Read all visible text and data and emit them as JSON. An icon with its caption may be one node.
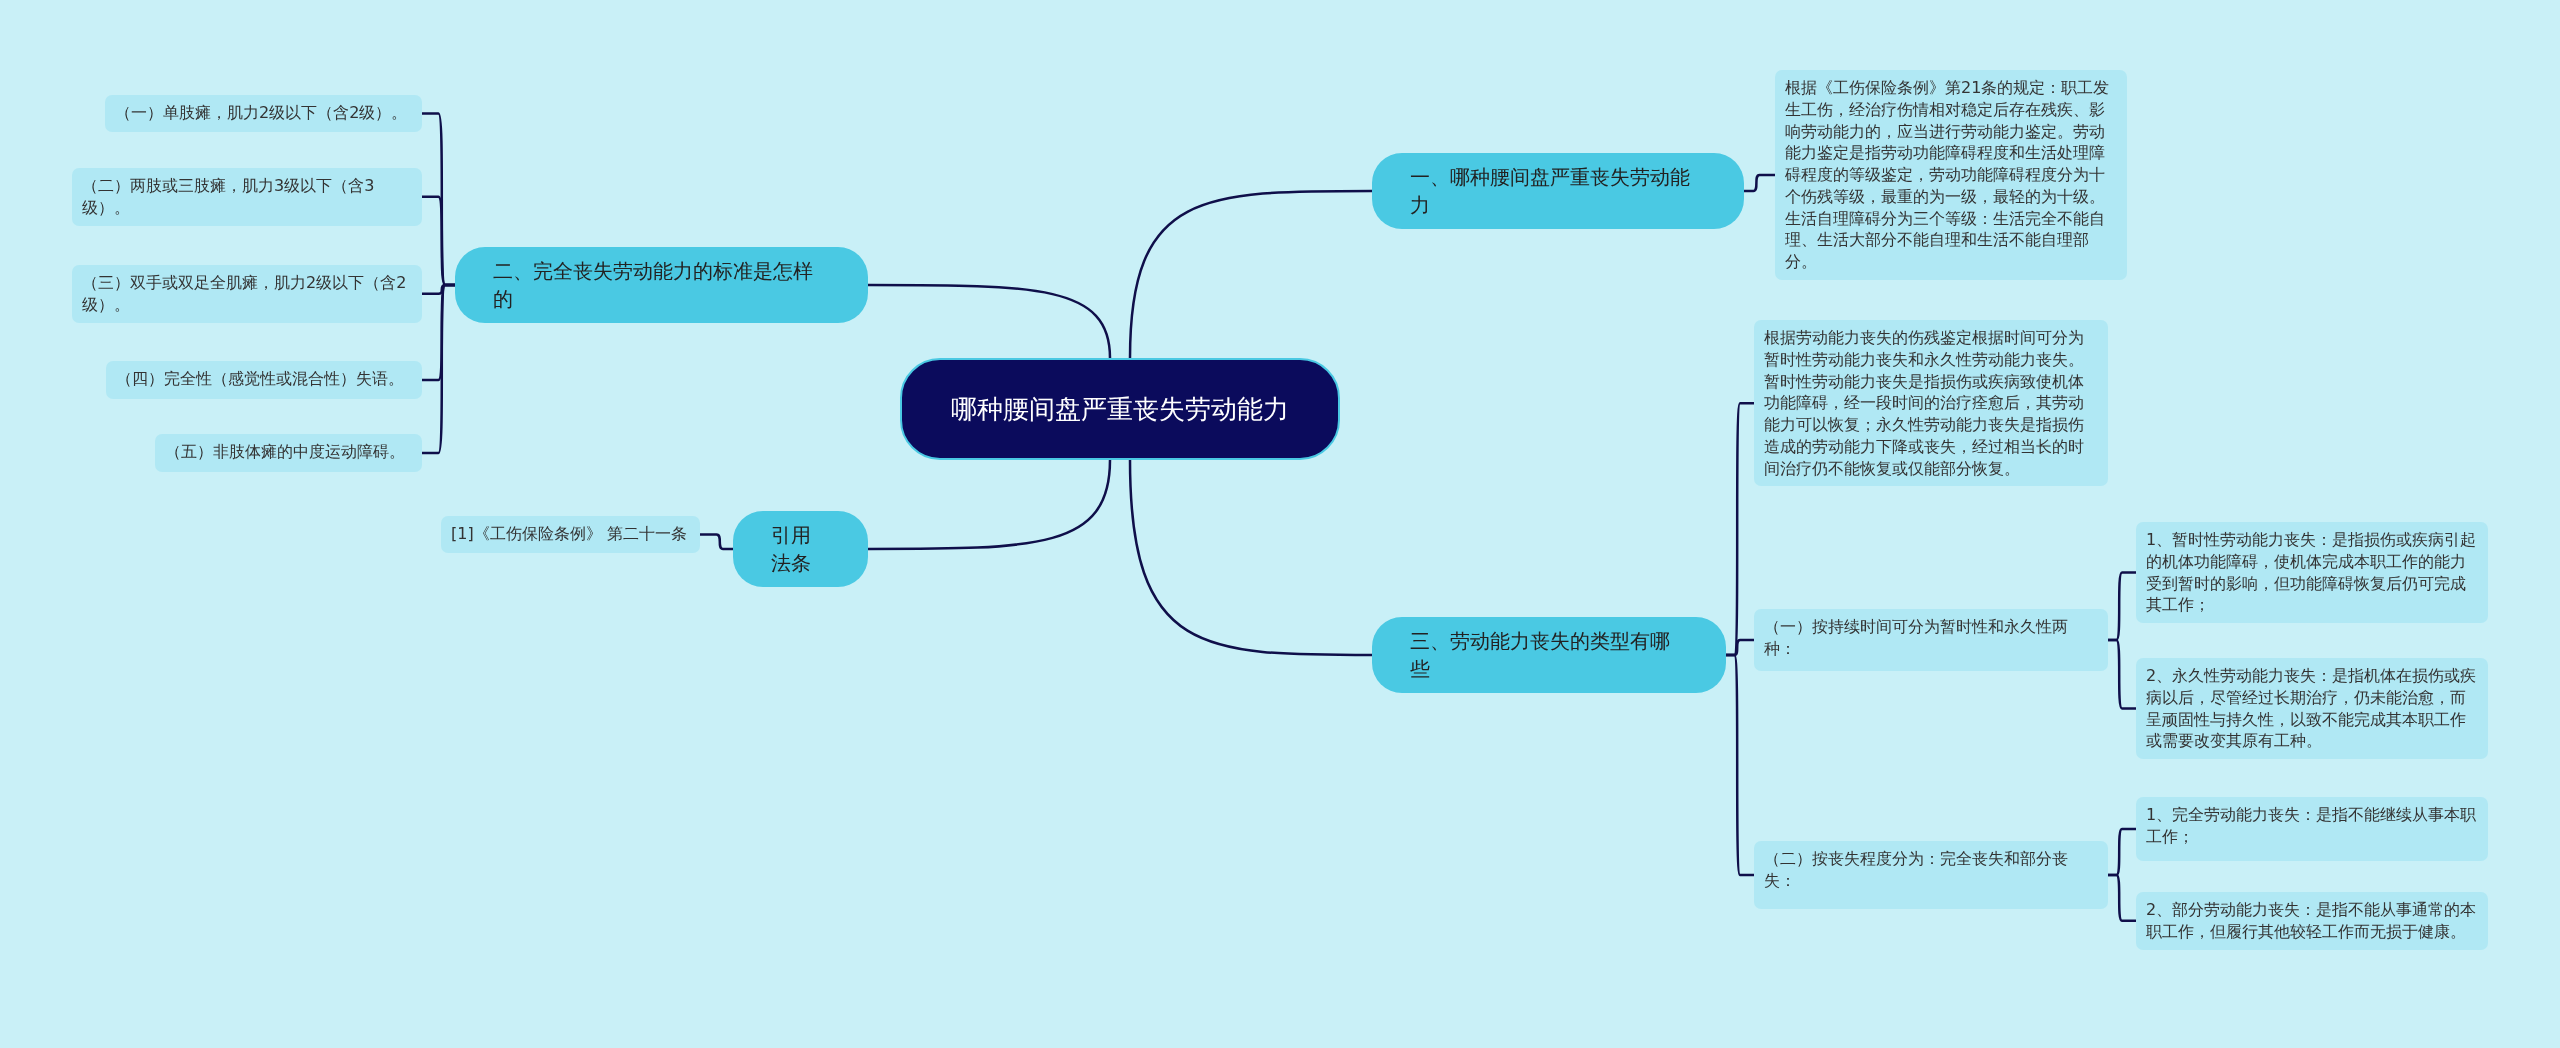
{
  "diagram": {
    "nodes": [
      {
        "text": [
          "哪种腰间盘严重丧失劳动能力"
        ]
      },
      {
        "text": [
          "一、哪种腰间盘严重丧失劳动能力"
        ]
      },
      {
        "text": [
          "根据《工伤保险条例》第21条的规定：职工发生工伤，经治疗伤情相对稳定后存在残疾、影响劳动能力的，应当进行劳动能力鉴定。劳动能力鉴定是指劳动功能障碍程度和生活处理障碍程度的等级鉴定，劳动功能障碍程度分为十个伤残等级，最重的为一级，最轻的为十级。生活自理障碍分为三个等级：生活完全不能自理、生活大部分不能自理和生活不能自理部分。"
        ]
      },
      {
        "text": [
          "二、完全丧失劳动能力的标准是怎样的"
        ]
      },
      {
        "text": [
          "（一）单肢瘫，肌力2级以下（含2级）。"
        ]
      },
      {
        "text": [
          "（二）两肢或三肢瘫，肌力3级以下（含3级）。"
        ]
      },
      {
        "text": [
          "（三）双手或双足全肌瘫，肌力2级以下（含2级）。"
        ]
      },
      {
        "text": [
          "（四）完全性（感觉性或混合性）失语。"
        ]
      },
      {
        "text": [
          "（五）非肢体瘫的中度运动障碍。"
        ]
      },
      {
        "text": [
          "引用法条"
        ]
      },
      {
        "text": [
          "[1]《工伤保险条例》 第二十一条"
        ]
      },
      {
        "text": [
          "三、劳动能力丧失的类型有哪些"
        ]
      },
      {
        "text": [
          "根据劳动能力丧失的伤残鉴定根据时间可分为暂时性劳动能力丧失和永久性劳动能力丧失。暂时性劳动能力丧失是指损伤或疾病致使机体功能障碍，经一段时间的治疗痊愈后，其劳动能力可以恢复；永久性劳动能力丧失是指损伤造成的劳动能力下降或丧失，经过相当长的时间治疗仍不能恢复或仅能部分恢复。"
        ]
      },
      {
        "text": [
          "（一）按持续时间可分为暂时性和永久性两种："
        ]
      },
      {
        "text": [
          "1、暂时性劳动能力丧失：是指损伤或疾病引起的机体功能障碍，使机体完成本职工作的能力受到暂时的影响，但功能障碍恢复后仍可完成其工作；"
        ]
      },
      {
        "text": [
          "2、永久性劳动能力丧失：是指机体在损伤或疾病以后，尽管经过长期治疗，仍未能治愈，而呈顽固性与持久性，以致不能完成其本职工作或需要改变其原有工种。"
        ]
      },
      {
        "text": [
          "（二）按丧失程度分为：完全丧失和部分丧失："
        ]
      },
      {
        "text": [
          "1、完全劳动能力丧失：是指不能继续从事本职工作；"
        ]
      },
      {
        "text": [
          "2、部分劳动能力丧失：是指不能从事通常的本职工作，但履行其他较轻工作而无损于健康。"
        ]
      }
    ],
    "edges": [
      {
        "from": 0,
        "to": 1,
        "arrow": "none"
      },
      {
        "from": 1,
        "to": 2,
        "arrow": "none"
      },
      {
        "from": 0,
        "to": 3,
        "arrow": "none"
      },
      {
        "from": 3,
        "to": 4,
        "arrow": "none"
      },
      {
        "from": 3,
        "to": 5,
        "arrow": "none"
      },
      {
        "from": 3,
        "to": 6,
        "arrow": "none"
      },
      {
        "from": 3,
        "to": 7,
        "arrow": "none"
      },
      {
        "from": 3,
        "to": 8,
        "arrow": "none"
      },
      {
        "from": 0,
        "to": 9,
        "arrow": "none"
      },
      {
        "from": 9,
        "to": 10,
        "arrow": "none"
      },
      {
        "from": 0,
        "to": 11,
        "arrow": "none"
      },
      {
        "from": 11,
        "to": 12,
        "arrow": "none"
      },
      {
        "from": 11,
        "to": 13,
        "arrow": "none"
      },
      {
        "from": 13,
        "to": 14,
        "arrow": "none"
      },
      {
        "from": 13,
        "to": 15,
        "arrow": "none"
      },
      {
        "from": 11,
        "to": 16,
        "arrow": "none"
      },
      {
        "from": 16,
        "to": 17,
        "arrow": "none"
      },
      {
        "from": 16,
        "to": 18,
        "arrow": "none"
      }
    ]
  }
}
